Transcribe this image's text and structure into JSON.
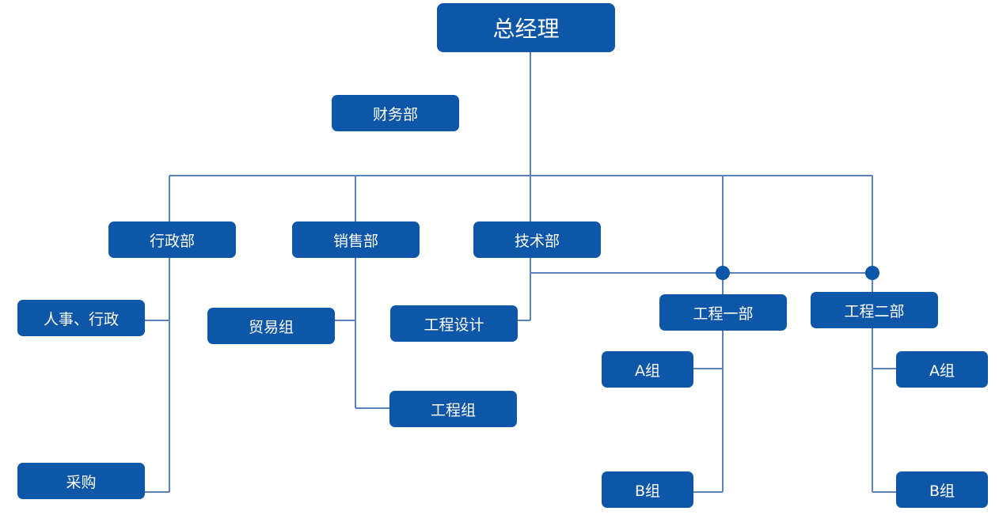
{
  "colors": {
    "box": "#0e56a8",
    "line": "#5a82bd",
    "dot": "#0e56a8",
    "text": "#ffffff"
  },
  "nodes": {
    "ceo": "总经理",
    "finance": "财务部",
    "admin": "行政部",
    "sales": "销售部",
    "tech": "技术部",
    "hr_admin": "人事、行政",
    "purchase": "采购",
    "trade_group": "贸易组",
    "eng_group": "工程组",
    "eng_design": "工程设计",
    "eng_dept1": "工程一部",
    "eng_dept2": "工程二部",
    "d1_group_a": "A组",
    "d1_group_b": "B组",
    "d2_group_a": "A组",
    "d2_group_b": "B组"
  }
}
